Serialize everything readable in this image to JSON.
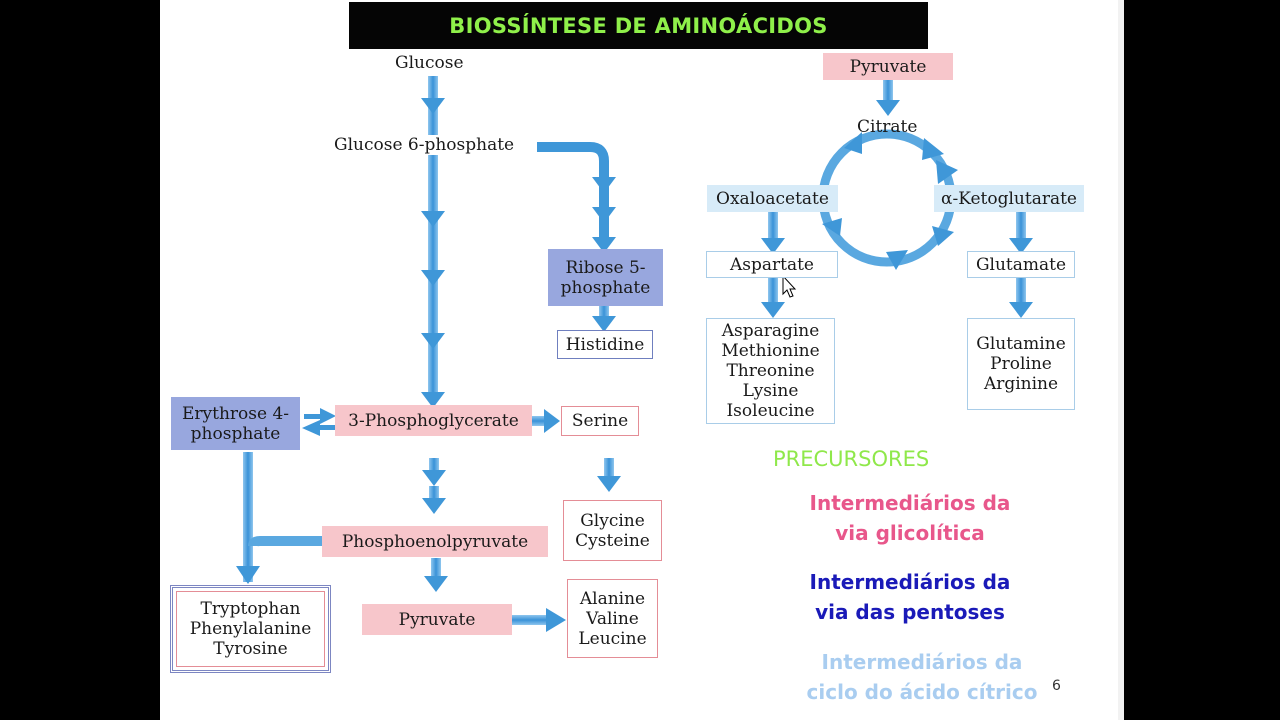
{
  "title": "BIOSSÍNTESE DE AMINOÁCIDOS",
  "glycolysis": {
    "glucose": "Glucose",
    "glucose6p": "Glucose 6-phosphate",
    "ribose5p": "Ribose 5-phosphate",
    "histidine": "Histidine",
    "erythrose4p": "Erythrose 4-phosphate",
    "phosphoglycerate": "3-Phosphoglycerate",
    "serine": "Serine",
    "glycine_cysteine": [
      "Glycine",
      "Cysteine"
    ],
    "pep": "Phosphoenolpyruvate",
    "pyruvate": "Pyruvate",
    "aromatic": [
      "Tryptophan",
      "Phenylalanine",
      "Tyrosine"
    ],
    "alanine_group": [
      "Alanine",
      "Valine",
      "Leucine"
    ]
  },
  "citric": {
    "pyruvate": "Pyruvate",
    "citrate": "Citrate",
    "oxaloacetate": "Oxaloacetate",
    "ketoglutarate": "α-Ketoglutarate",
    "aspartate": "Aspartate",
    "glutamate": "Glutamate",
    "aspartate_family": [
      "Asparagine",
      "Methionine",
      "Threonine",
      "Lysine",
      "Isoleucine"
    ],
    "glutamate_family": [
      "Glutamine",
      "Proline",
      "Arginine"
    ]
  },
  "legend": {
    "heading": "PRECURSORES",
    "glycolytic": [
      "Intermediários da",
      "via glicolítica"
    ],
    "pentose": [
      "Intermediários da",
      "via das pentoses"
    ],
    "citric": [
      "Intermediários da",
      "ciclo do ácido cítrico"
    ]
  },
  "page_number": "6",
  "colors": {
    "glycolytic": "#e8578b",
    "pentose": "#1a1ab8",
    "citric": "#a9cdf0",
    "heading": "#8fe84a",
    "arrow": "#3f97d8"
  }
}
